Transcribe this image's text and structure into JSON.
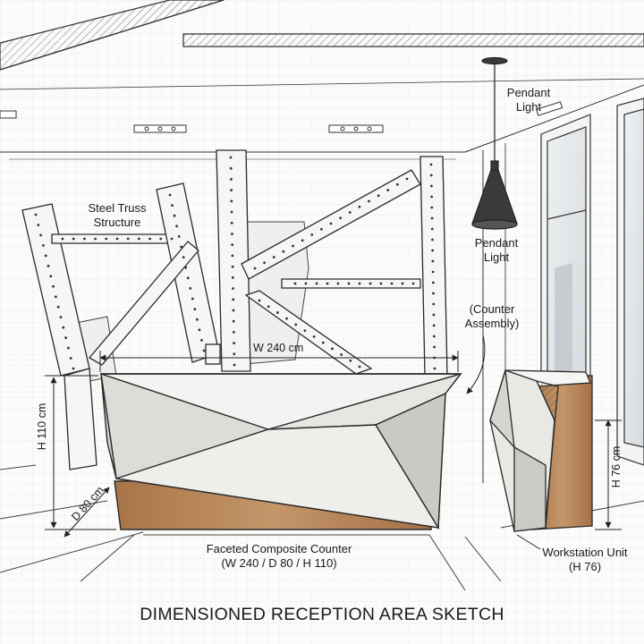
{
  "labels": {
    "truss_line1": "Steel Truss",
    "truss_line2": "Structure",
    "pendant_top_line1": "Pendant",
    "pendant_top_line2": "Light",
    "pendant_mid_line1": "Pendant",
    "pendant_mid_line2": "Light",
    "assembly_line1": "(Counter",
    "assembly_line2": "Assembly)",
    "counter_line1": "Faceted Composite Counter",
    "counter_line2": "(W 240 / D 80 / H 110)",
    "workstation_line1": "Workstation Unit",
    "workstation_line2": "(H 76)"
  },
  "dimensions": {
    "width": "W 240 cm",
    "height": "H 110 cm",
    "depth": "D 80 cm",
    "workstation_height": "H 76 cm"
  },
  "title": "DIMENSIONED RECEPTION AREA SKETCH",
  "colors": {
    "ink": "#2a2a2a",
    "grid": "#e4e4e0",
    "wood": "#b9875a",
    "lamp": "#3a3a3a",
    "facet_light": "#f3f3f1",
    "facet_mid": "#dededb",
    "facet_dark": "#c9c9c5"
  }
}
